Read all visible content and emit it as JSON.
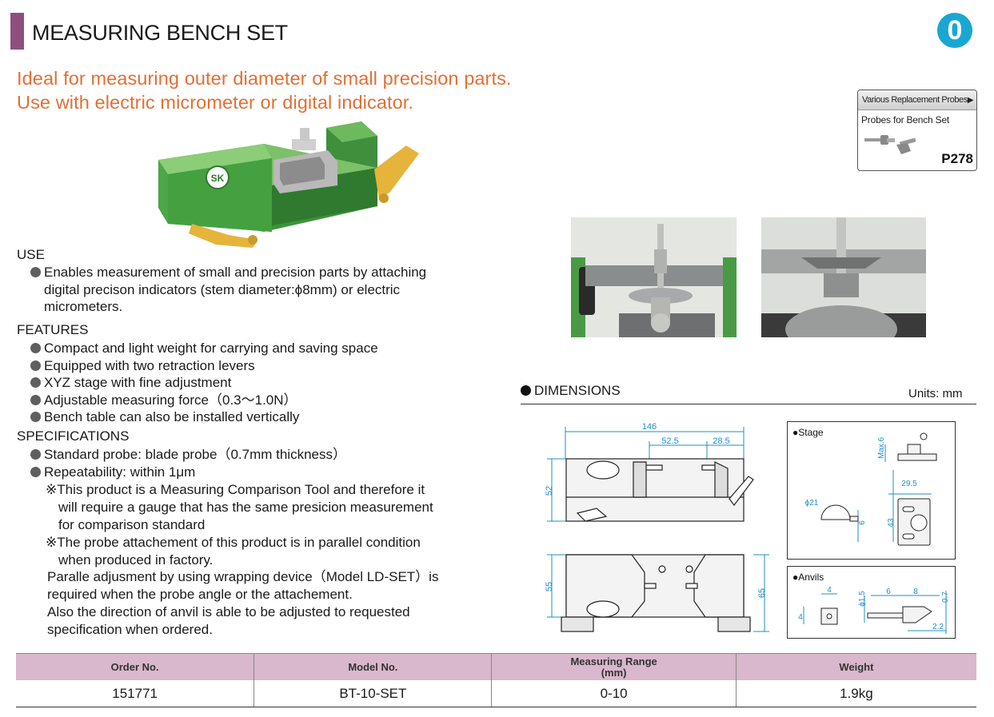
{
  "header": {
    "title": "MEASURING BENCH SET",
    "section_mark": "0",
    "tagline_1": "Ideal for measuring outer diameter of small precision parts.",
    "tagline_2": "Use with electric micrometer or digital indicator."
  },
  "probe_box": {
    "heading": "Various Replacement Probes",
    "subheading": "Probes for Bench Set",
    "page_ref": "P278"
  },
  "use": {
    "heading": "USE",
    "items": [
      {
        "line1": "Enables measurement of small and precision parts by attaching",
        "line2": "digital precison indicators (stem diameter:ϕ8mm) or electric",
        "line3": "micrometers."
      }
    ]
  },
  "features": {
    "heading": "FEATURES",
    "items": [
      "Compact and light weight for carrying and saving space",
      "Equipped with two retraction levers",
      "XYZ stage with fine adjustment",
      "Adjustable measuring force（0.3～1.0N）",
      "Bench table can also be installed vertically"
    ]
  },
  "specifications": {
    "heading": "SPECIFICATIONS",
    "items": [
      "Standard probe: blade probe（0.7mm thickness）",
      "Repeatability: within 1μm"
    ],
    "note1": {
      "line1": "※This product is a Measuring Comparison Tool and therefore it",
      "line2": "will require a gauge that has the same presicion measurement",
      "line3": "for comparison standard"
    },
    "note2": {
      "line1": "※The probe attachement of this product is in parallel condition",
      "line2": "when produced in factory."
    },
    "extra": {
      "line1": "Paralle adjusment by using wrapping device（Model LD-SET）is",
      "line2": "required when the probe angle or the attachement.",
      "line3": "Also the direction of anvil is able to be adjusted to requested",
      "line4": "specification when ordered."
    }
  },
  "product_logo": "SK",
  "dimensions": {
    "heading": "DIMENSIONS",
    "units": "Units: mm",
    "front": {
      "w146": "146",
      "w525": "52.5",
      "w285": "28.5",
      "h52": "52"
    },
    "top": {
      "h55": "55",
      "h65": "65"
    },
    "stage": {
      "label": "●Stage",
      "max6": "Max.6",
      "w295": "29.5",
      "phi21": "ϕ21",
      "h43": "43",
      "h6": "6"
    },
    "anvils": {
      "label": "●Anvils",
      "a4": "4",
      "a4b": "4",
      "phi15": "ϕ1.5",
      "a6": "6",
      "a8": "8",
      "a07": "0.7",
      "a22": "2.2"
    }
  },
  "table": {
    "headers": [
      "Order No.",
      "Model No.",
      "Measuring Range",
      "(mm)",
      "Weight"
    ],
    "row": {
      "order": "151771",
      "model": "BT-10-SET",
      "range": "0-10",
      "weight": "1.9kg"
    }
  },
  "colors": {
    "accent_bar": "#8e4f7e",
    "tagline": "#e26f35",
    "section_mark": "#19a7d2",
    "table_header": "#d9b7cc",
    "dimension_lines": "#1f8fc7"
  }
}
